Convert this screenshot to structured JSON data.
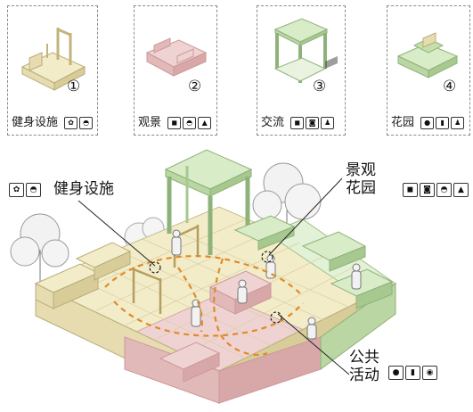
{
  "modules": [
    {
      "id": "fitness",
      "number": "①",
      "label": "健身设施",
      "icons": [
        "fitness-icon",
        "hat-icon"
      ]
    },
    {
      "id": "viewing",
      "number": "②",
      "label": "观景",
      "icons": [
        "chat-icon",
        "hat-icon",
        "mountain-icon"
      ]
    },
    {
      "id": "exchange",
      "number": "③",
      "label": "交流",
      "icons": [
        "chat-icon",
        "camera-icon",
        "person-icon"
      ]
    },
    {
      "id": "garden",
      "number": "④",
      "label": "花园",
      "icons": [
        "speech-bubble-icon",
        "bottle-icon",
        "person-icon"
      ]
    }
  ],
  "annotations": {
    "fitness": {
      "label": "健身设施",
      "icons": [
        "fitness-icon",
        "hat-icon"
      ]
    },
    "garden": {
      "label_line1": "景观",
      "label_line2": "花园",
      "icons": [
        "chat-icon",
        "camera-icon",
        "hat-icon",
        "mountain-icon"
      ]
    },
    "public": {
      "label_line1": "公共",
      "label_line2": "活动",
      "icons": [
        "speech-bubble-icon",
        "bottle-icon",
        "ball-icon"
      ]
    }
  },
  "colors": {
    "cream": "#f3ecc8",
    "cream_dark": "#e6dcb0",
    "pink": "#efd3d3",
    "pink_dark": "#e2b9b9",
    "green": "#d9ecc8",
    "green_dark": "#b9d6a3",
    "path": "#e08a2a"
  }
}
